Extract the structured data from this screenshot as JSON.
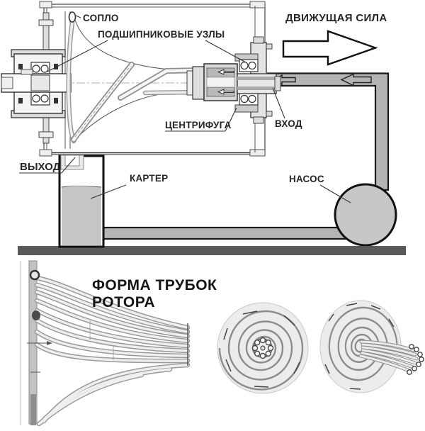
{
  "diagram": {
    "labels": {
      "nozzle": "СОПЛО",
      "bearing_units": "ПОДШИПНИКОВЫЕ УЗЛЫ",
      "driving_force": "ДВИЖУЩАЯ СИЛА",
      "centrifuge": "ЦЕНТРИФУГА",
      "inlet": "ВХОД",
      "outlet": "ВЫХОД",
      "sump": "КАРТЕР",
      "pump": "НАСОС"
    }
  },
  "rotor_section": {
    "title_line1": "ФОРМА ТРУБОК",
    "title_line2": "РОТОРА"
  },
  "colors": {
    "pipe": "#b4b4b4",
    "pump": "#c7c7c7",
    "fluid": "#c6c6c6",
    "ground": "#595959",
    "drum": "#d9d9d9",
    "metal": "#e4e4e4",
    "ink": "#262626"
  }
}
